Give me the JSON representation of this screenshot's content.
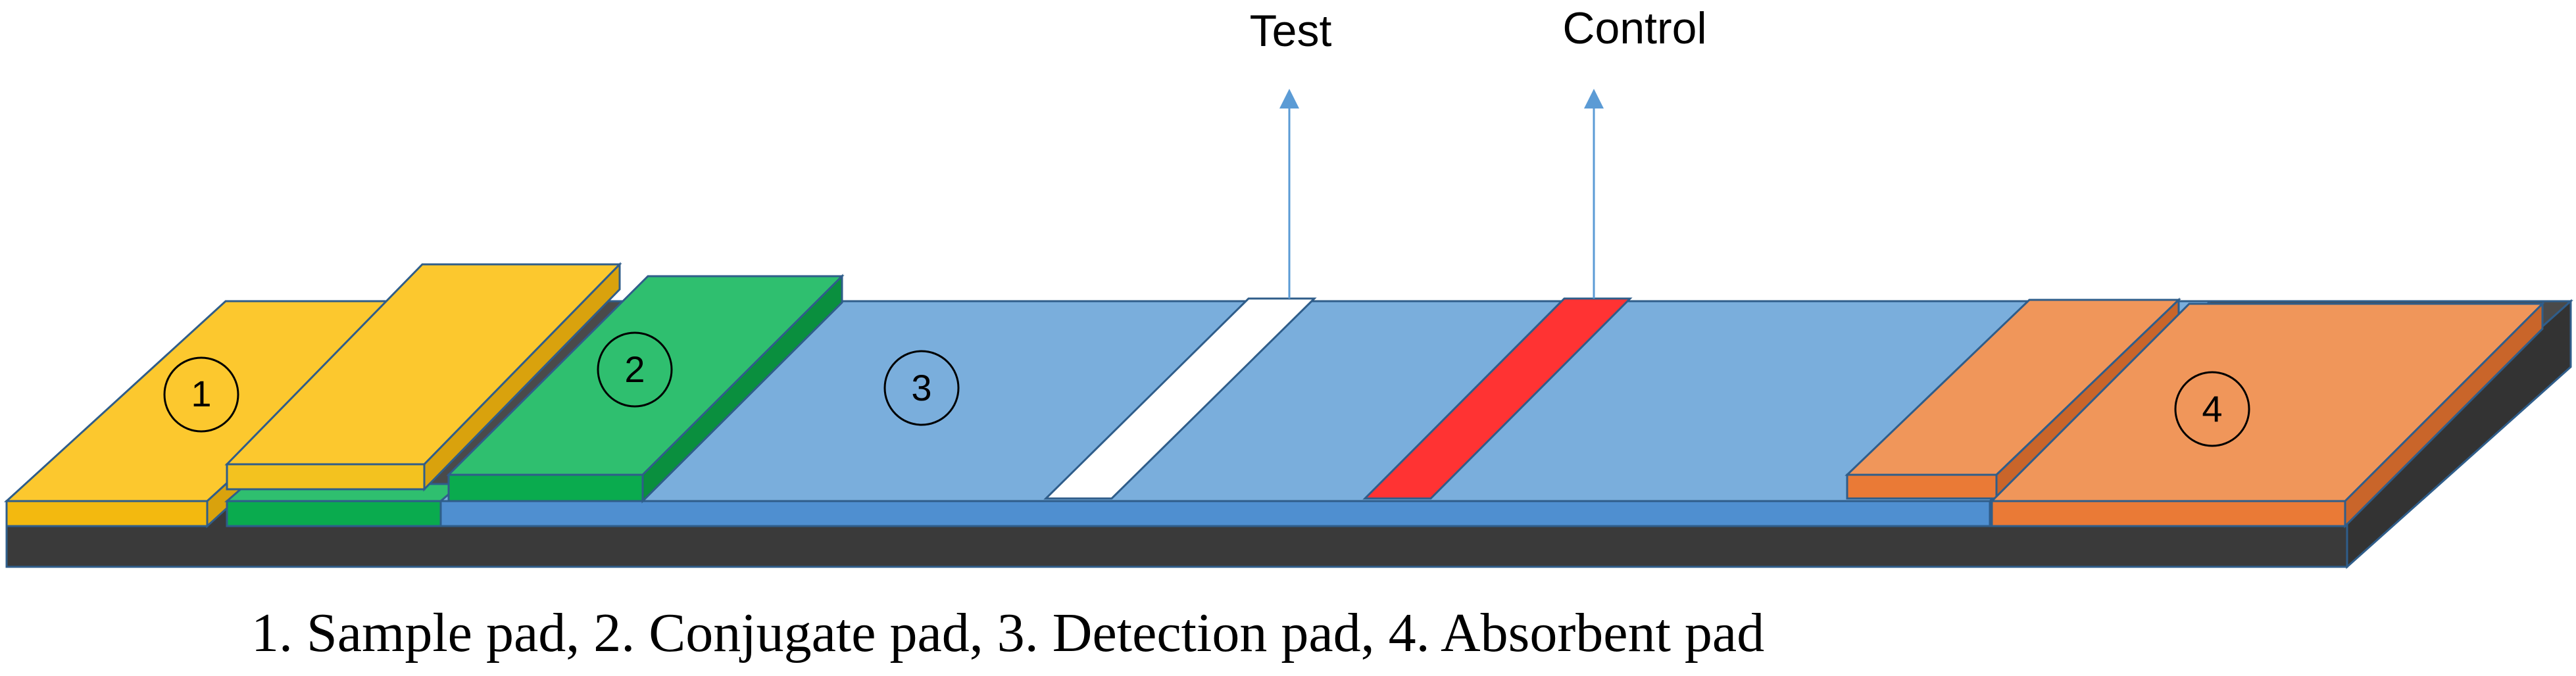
{
  "labels": {
    "test": "Test",
    "control": "Control"
  },
  "pads": {
    "sample": {
      "number": "1"
    },
    "conjugate": {
      "number": "2"
    },
    "detection": {
      "number": "3"
    },
    "absorbent": {
      "number": "4"
    }
  },
  "caption": "1. Sample pad, 2. Conjugate pad, 3. Detection pad, 4. Absorbent pad",
  "colors": {
    "backing": "#3a3a3a",
    "sample_pad": "#fcc82e",
    "conjugate_pad": "#2fbf6f",
    "detection_pad": "#7aaedc",
    "absorbent_pad": "#f0965a",
    "test_line": "#ffffff",
    "control_line": "#ff3333",
    "arrow": "#5b9bd5",
    "outline": "#2f5d8a"
  }
}
